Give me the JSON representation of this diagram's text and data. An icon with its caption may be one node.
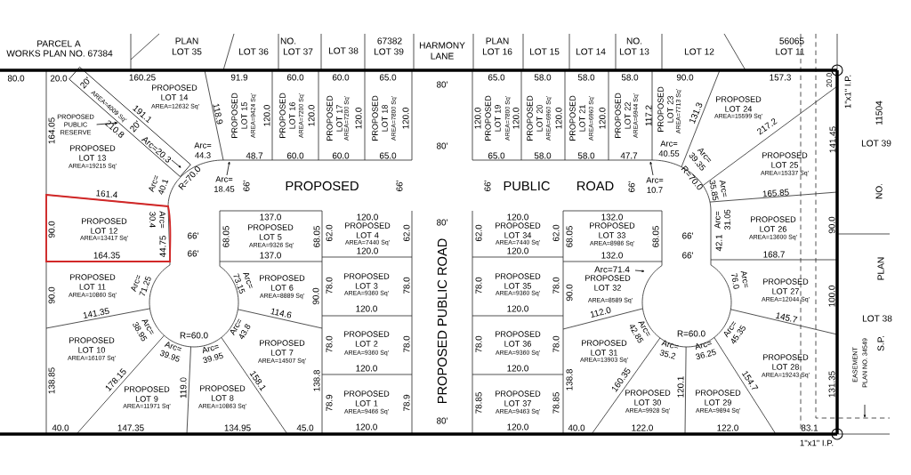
{
  "diagram": {
    "nodes": [
      {
        "text": [
          "PROPOSED PUBLIC RESERVE"
        ]
      },
      {
        "text": [],
        "shape": "box"
      }
    ],
    "edges": [
      {
        "from": 0,
        "to": 1,
        "arrow": "to"
      }
    ],
    "labels": [
      "PARCEL A",
      "WORKS PLAN NO. 67384",
      "PLAN",
      "LOT 35",
      "LOT 36",
      "NO.",
      "LOT 37",
      "LOT 38",
      "67382",
      "LOT 39",
      "HARMONY LANE",
      "PLAN",
      "LOT 16",
      "LOT 15",
      "LOT 14",
      "NO.",
      "LOT 13",
      "LOT 12",
      "56065",
      "LOT 11",
      "80.0",
      "20.0",
      "20'",
      "160.25",
      "91.9",
      "60.0",
      "60.0",
      "65.0",
      "80'",
      "65.0",
      "58.0",
      "58.0",
      "58.0",
      "90.0",
      "157.3",
      "20.0",
      "1\"x1\" I.P.",
      "11504",
      "PROPOSED LOT 14",
      "AREA=12632 Sq'",
      "AREA=4009 Sq'",
      "191.1",
      "118.9",
      "PROPOSED LOT 15",
      "AREA=9424 Sq'",
      "120.0",
      "PROPOSED LOT 16",
      "AREA=7200 Sq'",
      "120.0",
      "PROPOSED LOT 17",
      "AREA=7200 Sq'",
      "120.0",
      "PROPOSED LOT 18",
      "AREA=7800 Sq'",
      "120.0",
      "120.0",
      "PROPOSED LOT 19",
      "AREA=7800 Sq'",
      "120.0",
      "PROPOSED LOT 20",
      "AREA=6960 Sq'",
      "120.0",
      "PROPOSED LOT 21",
      "AREA=6960 Sq'",
      "120.0",
      "PROPOSED LOT 22",
      "AREA=6944 Sq'",
      "117.2",
      "PROPOSED LOT 23",
      "AREA=7713 Sq'",
      "131.3",
      "PROPOSED LOT 24",
      "AREA=15599 Sq'",
      "217.2",
      "141.45",
      "LOT 39",
      "20'",
      "210.8",
      "164.05",
      "80'",
      "PROPOSED LOT 13",
      "AREA=19215 Sq'",
      "Arc= 44.3",
      "Arc=20.3",
      "48.7",
      "60.0",
      "60.0",
      "65.0",
      "65.0",
      "58.0",
      "58.0",
      "47.7",
      "Arc= 40.55",
      "Arc= 39.35",
      "PROPOSED LOT 25",
      "AREA=15337 Sq'",
      "161.4",
      "Arc= 40.1",
      "R=70.0",
      "Arc= 18.45",
      "66'",
      "PROPOSED",
      "66'",
      "66'",
      "PUBLIC",
      "ROAD",
      "66'",
      "Arc= 10.7",
      "R=70.0",
      "Arc= 35.85",
      "NO.",
      "165.85",
      "90.0",
      "PROPOSED LOT 12",
      "Arc= 30.4",
      "137.0",
      "120.0",
      "80'",
      "120.0",
      "132.0",
      "Arc= 31.05",
      "PROPOSED LOT 26",
      "90.0",
      "AREA=13417 Sq'",
      "44.75",
      "66'",
      "68.05",
      "PROPOSED LOT 5",
      "68.05",
      "62.0",
      "PROPOSED LOT 4",
      "62.0",
      "62.0",
      "PROPOSED LOT 34",
      "62.0",
      "68.05",
      "PROPOSED LOT 33",
      "68.05",
      "66'",
      "42.1",
      "AREA=13600 Sq'",
      "AREA=9326 Sq'",
      "AREA=7440 Sq'",
      "AREA=7440 Sq'",
      "AREA=8986 Sq'",
      "120.0",
      "120.0",
      "164.35",
      "66'",
      "137.0",
      "132.0",
      "66'",
      "168.7",
      "Arc=71.4",
      "PLAN",
      "PROPOSED LOT 11",
      "Arc= 71.25",
      "Arc= 73.15",
      "PROPOSED LOT 6",
      "78.0",
      "PROPOSED LOT 3",
      "78.0",
      "78.0",
      "PROPOSED LOT 35",
      "78.0",
      "PROPOSED LOT 32",
      "Arc= 76.0",
      "PROPOSED LOT 27",
      "90.0",
      "AREA=10860 Sq'",
      "AREA=8889 Sq'",
      "90.0",
      "AREA=9360 Sq'",
      "AREA=9360 Sq'",
      "90.0",
      "AREA=8589 Sq'",
      "AREA=12044 Sq'",
      "100.0",
      "120.0",
      "120.0",
      "141.35",
      "114.6",
      "112.0",
      "145.7",
      "LOT 38",
      "Arc= 38.95",
      "Arc= 43.8",
      "Arc= 42.85",
      "Arc= 45.35",
      "R=60.0",
      "R=60.0",
      "PROPOSED LOT 10",
      "PROPOSED LOT 7",
      "PROPOSED LOT 2",
      "PROPOSED LOT 36",
      "PROPOSED LOT 31",
      "PROPOSED LOT 28",
      "78.0",
      "78.0",
      "78.0",
      "78.0",
      "S.P.",
      "Arc= 39.95",
      "Arc= 39.95",
      "Arc= 35.2",
      "Arc= 36.25",
      "AREA=16107 Sq'",
      "AREA=14507 Sq'",
      "AREA=9360 Sq'",
      "AREA=9360 Sq'",
      "AREA=13903 Sq'",
      "EASEMENT",
      "PLAN NO. 34549",
      "AREA=19243 Sq'",
      "120.0",
      "120.0",
      "138.85",
      "178.15",
      "PROPOSED LOT 9",
      "119.0",
      "PROPOSED LOT 8",
      "158.1",
      "138.8",
      "78.9",
      "PROPOSED LOT 1",
      "78.9",
      "78.85",
      "PROPOSED LOT 37",
      "78.85",
      "138.8",
      "160.35",
      "PROPOSED LOT 30",
      "120.1",
      "PROPOSED LOT 29",
      "154.7",
      "131.35",
      "AREA=11971 Sq'",
      "AREA=10863 Sq'",
      "AREA=9466 Sq'",
      "AREA=9463 Sq'",
      "AREA=9928 Sq'",
      "AREA=9894 Sq'",
      "80'",
      "40.0",
      "147.35",
      "134.95",
      "45.0",
      "120.0",
      "120.0",
      "40.0",
      "122.0",
      "122.0",
      "83.1",
      "1\"x1\" I.P.",
      "PROPOSED PUBLIC ROAD"
    ]
  }
}
